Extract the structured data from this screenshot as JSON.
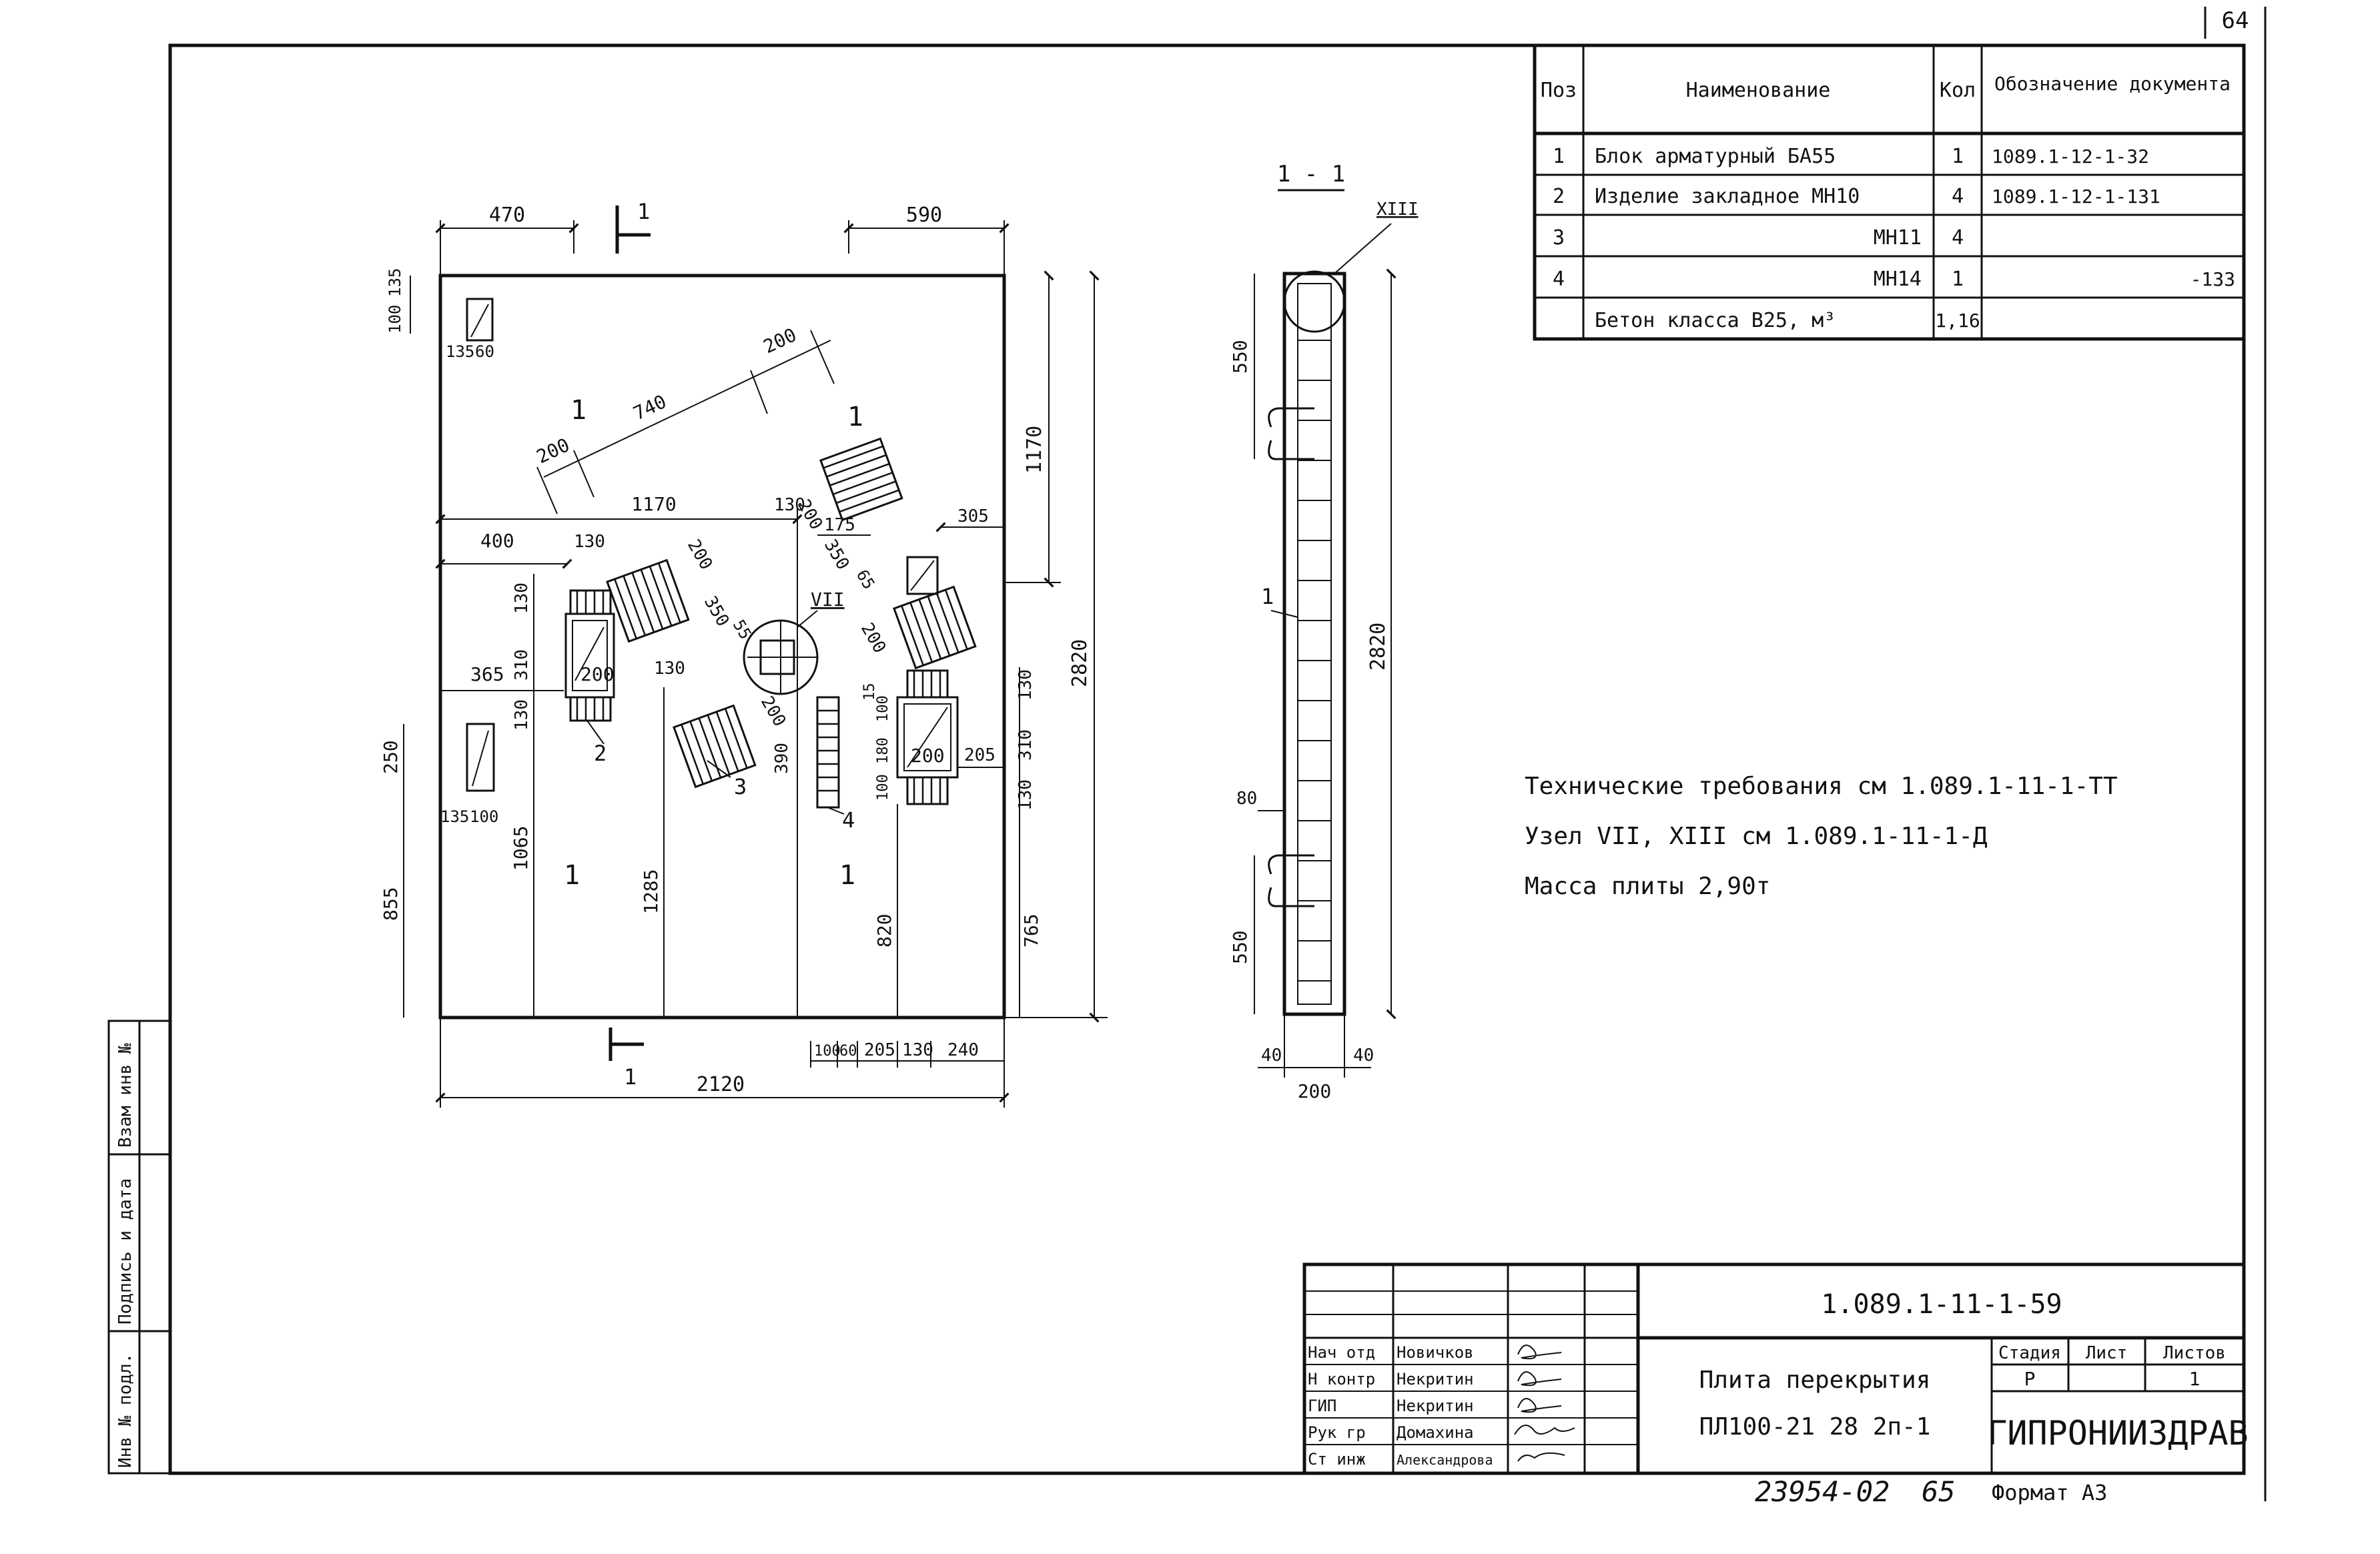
{
  "page_number": "64",
  "spec_table": {
    "headers": [
      "Поз",
      "Наименование",
      "Кол",
      "Обозначение документа"
    ],
    "rows": [
      {
        "pos": "1",
        "name": "Блок арматурный БА55",
        "qty": "1",
        "doc": "1089.1-12-1-32"
      },
      {
        "pos": "2",
        "name": "Изделие закладное МН10",
        "qty": "4",
        "doc": "1089.1-12-1-131"
      },
      {
        "pos": "3",
        "name": "МН11",
        "qty": "4",
        "doc": ""
      },
      {
        "pos": "4",
        "name": "МН14",
        "qty": "1",
        "doc": "-133"
      },
      {
        "pos": "",
        "name": "Бетон класса В25, м³",
        "qty": "1,16",
        "doc": ""
      }
    ]
  },
  "plan": {
    "dims": {
      "d470": "470",
      "d590": "590",
      "d100": "100",
      "d135": "135",
      "d60": "60",
      "d200a": "200",
      "d740": "740",
      "d200b": "200",
      "d1170a": "1170",
      "d1170b": "1170",
      "d130a": "130",
      "d200c": "200",
      "d305": "305",
      "d400": "400",
      "d130b": "130",
      "d175": "175",
      "d350a": "350",
      "d65": "65",
      "d200d": "200",
      "d130c": "130",
      "d310a": "310",
      "d200e": "200",
      "d350b": "350",
      "d55": "55",
      "d365": "365",
      "d130d": "130",
      "d130e": "130",
      "d200f": "200",
      "d250": "250",
      "d390": "390",
      "d100b": "100",
      "d15": "15",
      "d180": "180",
      "d100c": "100",
      "d200g": "200",
      "d205a": "205",
      "d130f": "130",
      "d310b": "310",
      "d130g": "130",
      "d2820": "2820",
      "d135b": "135",
      "d100d": "100",
      "d855": "855",
      "d1065": "1065",
      "d1285": "1285",
      "d820": "820",
      "d765": "765",
      "d100e": "100",
      "d60b": "60",
      "d205b": "205",
      "d130h": "130",
      "d240": "240",
      "d2120": "2120",
      "d200h": "200"
    },
    "labels": {
      "pos1a": "1",
      "pos1b": "1",
      "pos1c": "1",
      "pos1d": "1",
      "pos2": "2",
      "pos3": "3",
      "pos4": "4",
      "node7": "VII",
      "sec_top": "1",
      "sec_bot": "1"
    }
  },
  "section": {
    "title": "1 - 1",
    "node13": "XIII",
    "pos1": "1",
    "dims": {
      "d550a": "550",
      "d2820": "2820",
      "d80": "80",
      "d550b": "550",
      "d40a": "40",
      "d40b": "40",
      "d200": "200"
    }
  },
  "notes": [
    "Технические требования см 1.089.1-11-1-ТТ",
    "Узел VII, XIII см 1.089.1-11-1-Д",
    "Масса плиты 2,90т"
  ],
  "left_strip": [
    "Инв № подл.",
    "Подпись и дата",
    "Взам инв №"
  ],
  "title_block": {
    "doc_code": "1.089.1-11-1-59",
    "title_line1": "Плита перекрытия",
    "title_line2": "ПЛ100-21 28 2п-1",
    "org": "ГИПРОНИИЗДРАВ",
    "stage_header": "Стадия",
    "sheet_header": "Лист",
    "sheets_header": "Листов",
    "stage": "Р",
    "sheets": "1",
    "sign_rows": [
      {
        "role": "Нач отд",
        "name": "Новичков"
      },
      {
        "role": "Н контр",
        "name": "Некритин"
      },
      {
        "role": "ГИП",
        "name": "Некритин"
      },
      {
        "role": "Рук гр",
        "name": "Домахина"
      },
      {
        "role": "Ст инж",
        "name": "Александрова"
      }
    ]
  },
  "footer": {
    "number": "23954-02",
    "sheet": "65",
    "format": "Формат А3"
  }
}
